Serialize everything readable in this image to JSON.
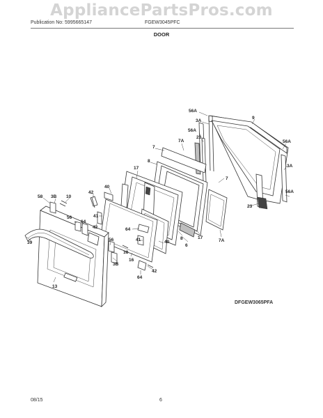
{
  "header": {
    "watermark": "AppliancePartsPros.com",
    "publication": "Publication No: 5995665147",
    "model": "FGEW3045PFC",
    "section_title": "DOOR"
  },
  "diagram": {
    "code": "DFGEW3065PFA",
    "callouts": {
      "c56A_top": "56A",
      "c9": "9",
      "c3A_top": "3A",
      "c56A_mid": "56A",
      "c23_top": "23",
      "c7_top": "7",
      "c7A_top": "7A",
      "c56A_right": "56A",
      "c3A_right": "3A",
      "c8": "8",
      "c17_top": "17",
      "c7_right": "7",
      "c56A_lowright": "56A",
      "c23_low": "23",
      "c17_low": "17",
      "c6": "6",
      "c8_low": "8",
      "c7A_low": "7A",
      "c40_top": "40",
      "c42_top": "42",
      "c58": "58",
      "c3B_left": "3B",
      "c10_left": "10",
      "c41_top": "41",
      "c64_top": "64",
      "c42_left": "42",
      "c56_left": "56",
      "c64_mid": "64",
      "c41_mid": "41",
      "c40_mid": "40",
      "c16": "16",
      "c56_low": "56",
      "c10_low": "10",
      "c3B_low": "3B",
      "c42_low": "42",
      "c64_low": "64",
      "c39": "39",
      "c13": "13"
    }
  },
  "footer": {
    "date": "08/15",
    "page": "6"
  }
}
